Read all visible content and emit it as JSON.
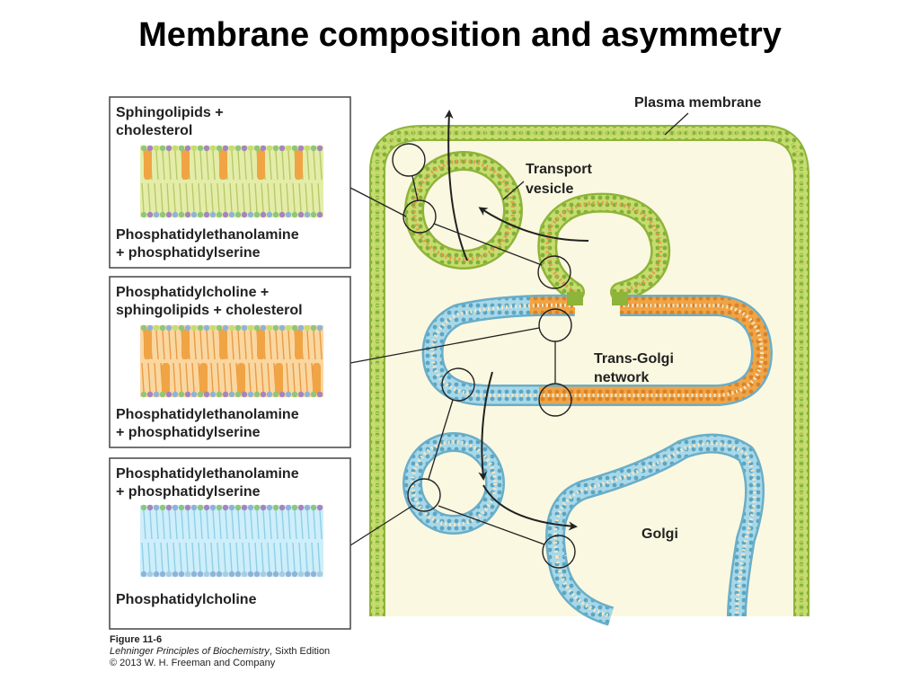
{
  "title": "Membrane composition and asymmetry",
  "colors": {
    "green_membrane": "#c7dc6e",
    "green_edge": "#8fb43a",
    "blue_membrane": "#a8d8e8",
    "blue_edge": "#6aaec8",
    "orange_membrane": "#f0a444",
    "orange_edge": "#d9822b",
    "cytoplasm": "#fbf8e1",
    "headgroup_purple": "#a684c0"
  },
  "labels": {
    "plasma_membrane": "Plasma membrane",
    "transport_vesicle_1": "Transport",
    "transport_vesicle_2": "vesicle",
    "trans_golgi_1": "Trans-Golgi",
    "trans_golgi_2": "network",
    "golgi": "Golgi"
  },
  "panels": [
    {
      "top_line1": "Sphingolipids +",
      "top_line2": "cholesterol",
      "bottom_line1": "Phosphatidylethanolamine",
      "bottom_line2": "+ phosphatidylserine"
    },
    {
      "top_line1": "Phosphatidylcholine +",
      "top_line2": "sphingolipids + cholesterol",
      "bottom_line1": "Phosphatidylethanolamine",
      "bottom_line2": "+ phosphatidylserine"
    },
    {
      "top_line1": "Phosphatidylethanolamine",
      "top_line2": "+ phosphatidylserine",
      "bottom_line1": "Phosphatidylcholine",
      "bottom_line2": ""
    }
  ],
  "caption": {
    "figure": "Figure 11-6",
    "book": "Lehninger Principles of Biochemistry",
    "edition": ", Sixth Edition",
    "copyright": "© 2013 W. H. Freeman and Company"
  }
}
